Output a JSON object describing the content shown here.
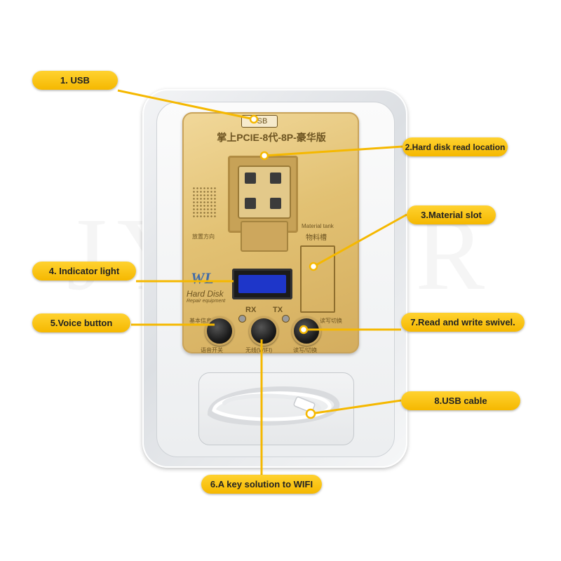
{
  "watermark": "JYDIOR",
  "device": {
    "usb_port_label": "USB",
    "board_title": "掌上PCIE-8代-8P-豪华版",
    "left_side_note": "放置方向",
    "material_tank_en": "Material tank",
    "material_tank_cn": "物料槽",
    "logo_text": "WL",
    "hard_disk_label": "Hard Disk",
    "hard_disk_sub": "Repair equipment",
    "rx_label": "RX",
    "tx_label": "TX",
    "left_button_note": "基本信息",
    "right_button_note": "读写切换",
    "bottom_left_note": "语音开关",
    "bottom_mid_note": "无线(WIFI)",
    "bottom_right_note": "读写/切换"
  },
  "callouts": [
    {
      "label": "1. USB"
    },
    {
      "label": "2.Hard disk read location"
    },
    {
      "label": "3.Material slot"
    },
    {
      "label": "4. Indicator light"
    },
    {
      "label": "5.Voice button"
    },
    {
      "label": "6.A key solution to WIFI"
    },
    {
      "label": "7.Read and write swivel."
    },
    {
      "label": "8.USB cable"
    }
  ],
  "colors": {
    "callout_fill": "#f5b800",
    "leader_line": "#f5b800",
    "board_gold": "#e2c173",
    "indicator_blue": "#1e36c9"
  },
  "icons": [
    "usb-port-icon",
    "chip-socket-icon",
    "usb-cable-icon"
  ]
}
